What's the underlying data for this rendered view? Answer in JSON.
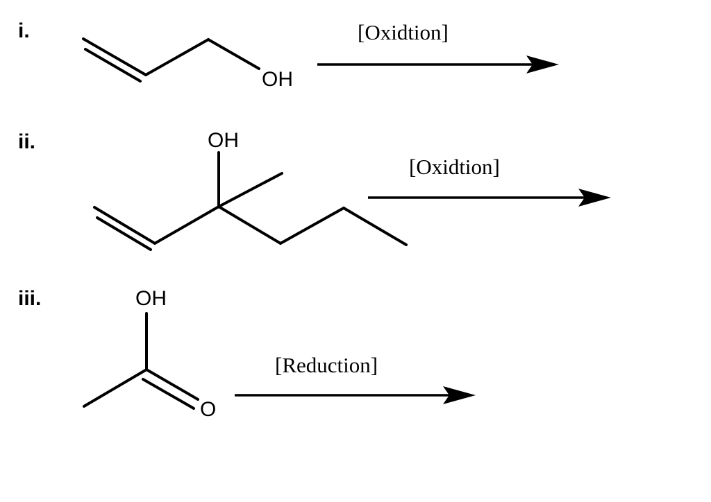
{
  "reactions": [
    {
      "label": "i.",
      "atoms": [
        "OH"
      ],
      "reagent": "[Oxidtion]"
    },
    {
      "label": "ii.",
      "atoms": [
        "OH"
      ],
      "reagent": "[Oxidtion]"
    },
    {
      "label": "iii.",
      "atoms": [
        "OH",
        "O"
      ],
      "reagent": "[Reduction]"
    }
  ]
}
